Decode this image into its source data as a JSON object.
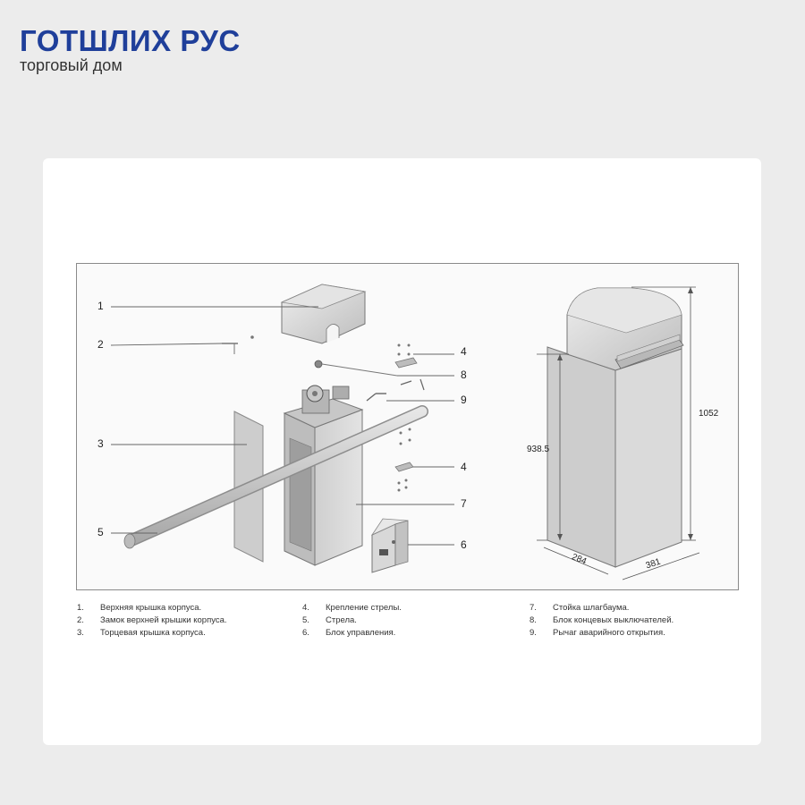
{
  "brand": {
    "name": "ГОТШЛИХ РУС",
    "subtitle": "торговый дом"
  },
  "callouts": {
    "c1": "1",
    "c2": "2",
    "c3": "3",
    "c4a": "4",
    "c4b": "4",
    "c5": "5",
    "c6": "6",
    "c7": "7",
    "c8": "8",
    "c9": "9"
  },
  "dimensions": {
    "height_total": "1052",
    "height_body": "938.5",
    "depth": "284",
    "width": "381"
  },
  "legend": [
    [
      {
        "num": "1.",
        "text": "Верхняя крышка корпуса."
      },
      {
        "num": "2.",
        "text": "Замок верхней крышки корпуса."
      },
      {
        "num": "3.",
        "text": "Торцевая крышка корпуса."
      }
    ],
    [
      {
        "num": "4.",
        "text": "Крепление стрелы."
      },
      {
        "num": "5.",
        "text": "Стрела."
      },
      {
        "num": "6.",
        "text": "Блок управления."
      }
    ],
    [
      {
        "num": "7.",
        "text": "Стойка шлагбаума."
      },
      {
        "num": "8.",
        "text": "Блок концевых выключателей."
      },
      {
        "num": "9.",
        "text": "Рычаг аварийного открытия."
      }
    ]
  ],
  "colors": {
    "brand": "#1f3f9a",
    "metal": "#d6d6d6",
    "metal_dark": "#a9a9a9",
    "line": "#555555"
  }
}
